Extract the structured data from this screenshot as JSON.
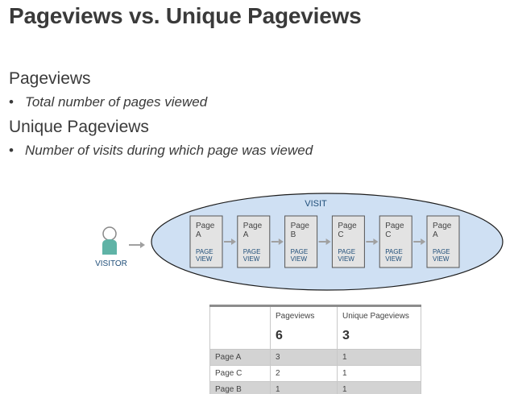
{
  "title": "Pageviews vs. Unique Pageviews",
  "definitions": [
    {
      "heading": "Pageviews",
      "bullet": "Total number of pages viewed"
    },
    {
      "heading": "Unique Pageviews",
      "bullet": "Number of visits during which page was viewed"
    }
  ],
  "diagram": {
    "visit_label": "VISIT",
    "visitor_label": "VISITOR",
    "colors": {
      "ellipse_fill": "#cfe0f3",
      "ellipse_stroke": "#1c1c1c",
      "box_fill": "#e3e3e3",
      "box_stroke": "#555555",
      "accent_text": "#1f4e79",
      "visitor_body": "#5fb3a6",
      "arrow": "#a0a0a0"
    },
    "pages": [
      {
        "name": "Page",
        "letter": "A",
        "kind": "PAGE",
        "kind2": "VIEW"
      },
      {
        "name": "Page",
        "letter": "A",
        "kind": "PAGE",
        "kind2": "VIEW"
      },
      {
        "name": "Page",
        "letter": "B",
        "kind": "PAGE",
        "kind2": "VIEW"
      },
      {
        "name": "Page",
        "letter": "C",
        "kind": "PAGE",
        "kind2": "VIEW"
      },
      {
        "name": "Page",
        "letter": "C",
        "kind": "PAGE",
        "kind2": "VIEW"
      },
      {
        "name": "Page",
        "letter": "A",
        "kind": "PAGE",
        "kind2": "VIEW"
      }
    ]
  },
  "table": {
    "columns": [
      "",
      "Pageviews",
      "Unique Pageviews"
    ],
    "totals": [
      "",
      "6",
      "3"
    ],
    "rows": [
      [
        "Page A",
        "3",
        "1"
      ],
      [
        "Page C",
        "2",
        "1"
      ],
      [
        "Page B",
        "1",
        "1"
      ]
    ]
  }
}
